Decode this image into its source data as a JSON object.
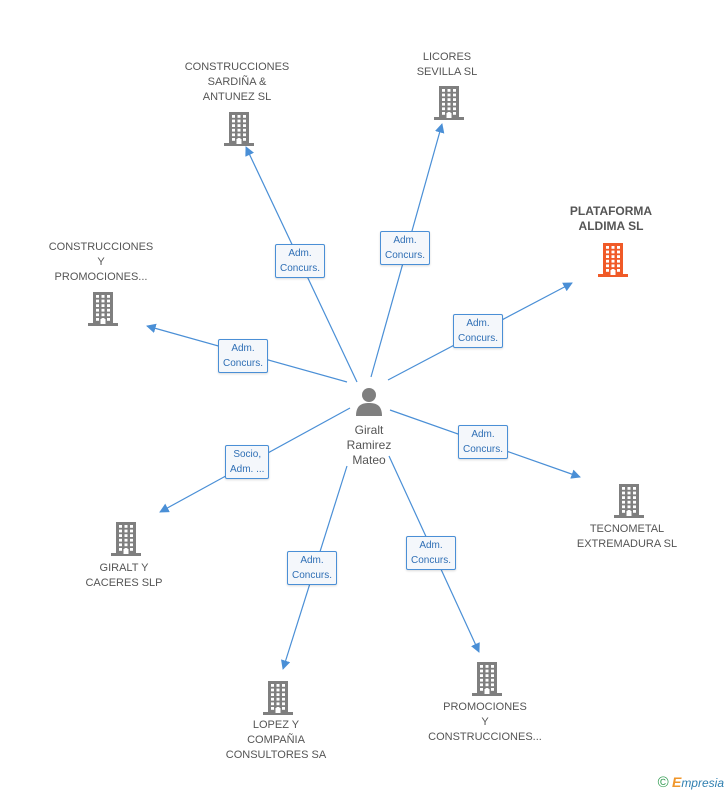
{
  "center": {
    "label": "Giralt\nRamirez\nMateo",
    "icon": "person-icon",
    "color": "#7f7f7f"
  },
  "colors": {
    "building": "#7f7f7f",
    "highlight_building": "#f05a28",
    "edge": "#4a8fd6"
  },
  "nodes": [
    {
      "id": "construcciones-sardina",
      "label": "CONSTRUCCIONES\nSARDIÑA &\nANTUNEZ SL",
      "highlight": false,
      "edge_label": "Adm.\nConcurs."
    },
    {
      "id": "licores-sevilla",
      "label": "LICORES\nSEVILLA SL",
      "highlight": false,
      "edge_label": "Adm.\nConcurs."
    },
    {
      "id": "plataforma-aldima",
      "label": "PLATAFORMA\nALDIMA SL",
      "highlight": true,
      "edge_label": "Adm.\nConcurs."
    },
    {
      "id": "construcciones-promociones",
      "label": "CONSTRUCCIONES\nY\nPROMOCIONES...",
      "highlight": false,
      "edge_label": "Adm.\nConcurs."
    },
    {
      "id": "tecnometal",
      "label": "TECNOMETAL\nEXTREMADURA SL",
      "highlight": false,
      "edge_label": "Adm.\nConcurs."
    },
    {
      "id": "giralt-caceres",
      "label": "GIRALT Y\nCACERES SLP",
      "highlight": false,
      "edge_label": "Socio,\nAdm. ..."
    },
    {
      "id": "lopez-compania",
      "label": "LOPEZ Y\nCOMPAÑIA\nCONSULTORES SA",
      "highlight": false,
      "edge_label": "Adm.\nConcurs."
    },
    {
      "id": "promociones-construcciones",
      "label": "PROMOCIONES\nY\nCONSTRUCCIONES...",
      "highlight": false,
      "edge_label": "Adm.\nConcurs."
    }
  ],
  "footer": {
    "copyright": "©",
    "brand_first": "E",
    "brand_rest": "mpresia"
  }
}
